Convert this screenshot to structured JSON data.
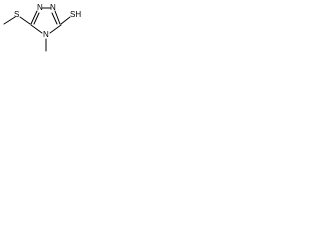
{
  "structure": {
    "atoms": {
      "n1": "N",
      "n2": "N",
      "n4": "N",
      "s_thioether": "S",
      "sh": "SH"
    }
  },
  "colors": {
    "bond": "#000000",
    "label": "#000000",
    "background": "#ffffff"
  }
}
